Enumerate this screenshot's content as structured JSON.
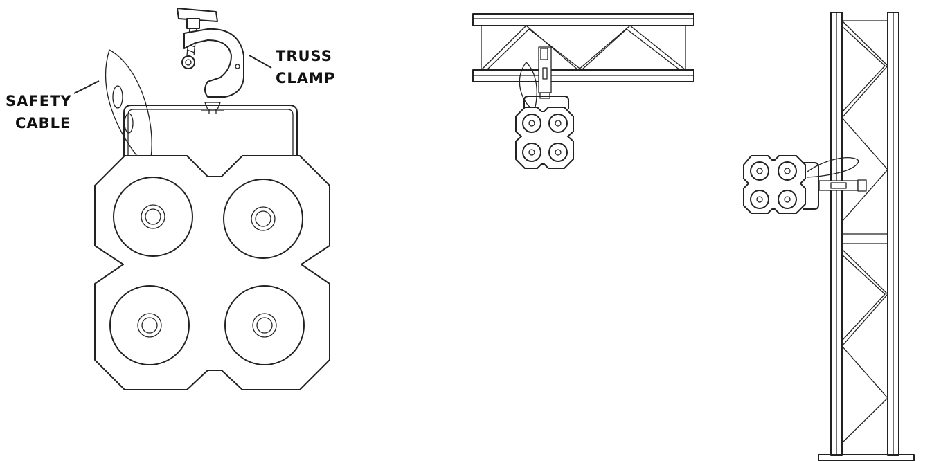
{
  "labels": {
    "safety_cable_line1": "SAFETY",
    "safety_cable_line2": "CABLE",
    "truss_clamp_line1": "TRUSS",
    "truss_clamp_line2": "CLAMP"
  },
  "colors": {
    "line": "#222222",
    "background": "#ffffff"
  },
  "icons": {
    "fixture": "quad-led-fixture-icon",
    "clamp": "truss-clamp-icon",
    "cable": "safety-cable-icon",
    "truss": "truss-icon"
  }
}
